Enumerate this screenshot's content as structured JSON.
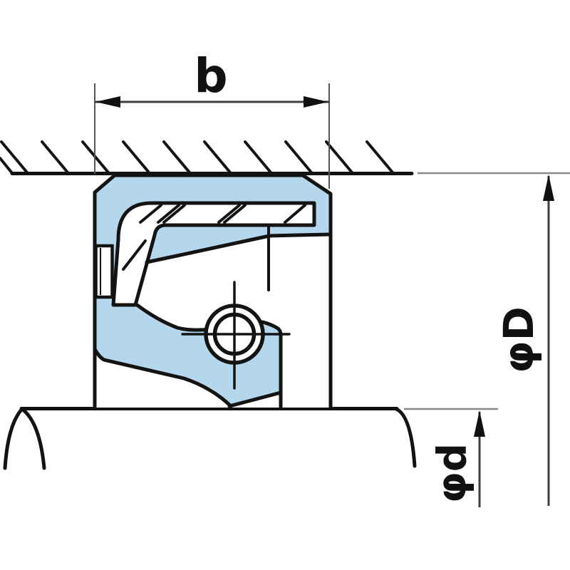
{
  "labels": {
    "width": "b",
    "outer_diameter": "φD",
    "shaft_diameter": "φd"
  },
  "colors": {
    "rubber": "#b5d7ee",
    "line": "#131313",
    "dim": "#3f3f3f",
    "ext": "#8a8a8a",
    "bg": "#ffffff"
  }
}
